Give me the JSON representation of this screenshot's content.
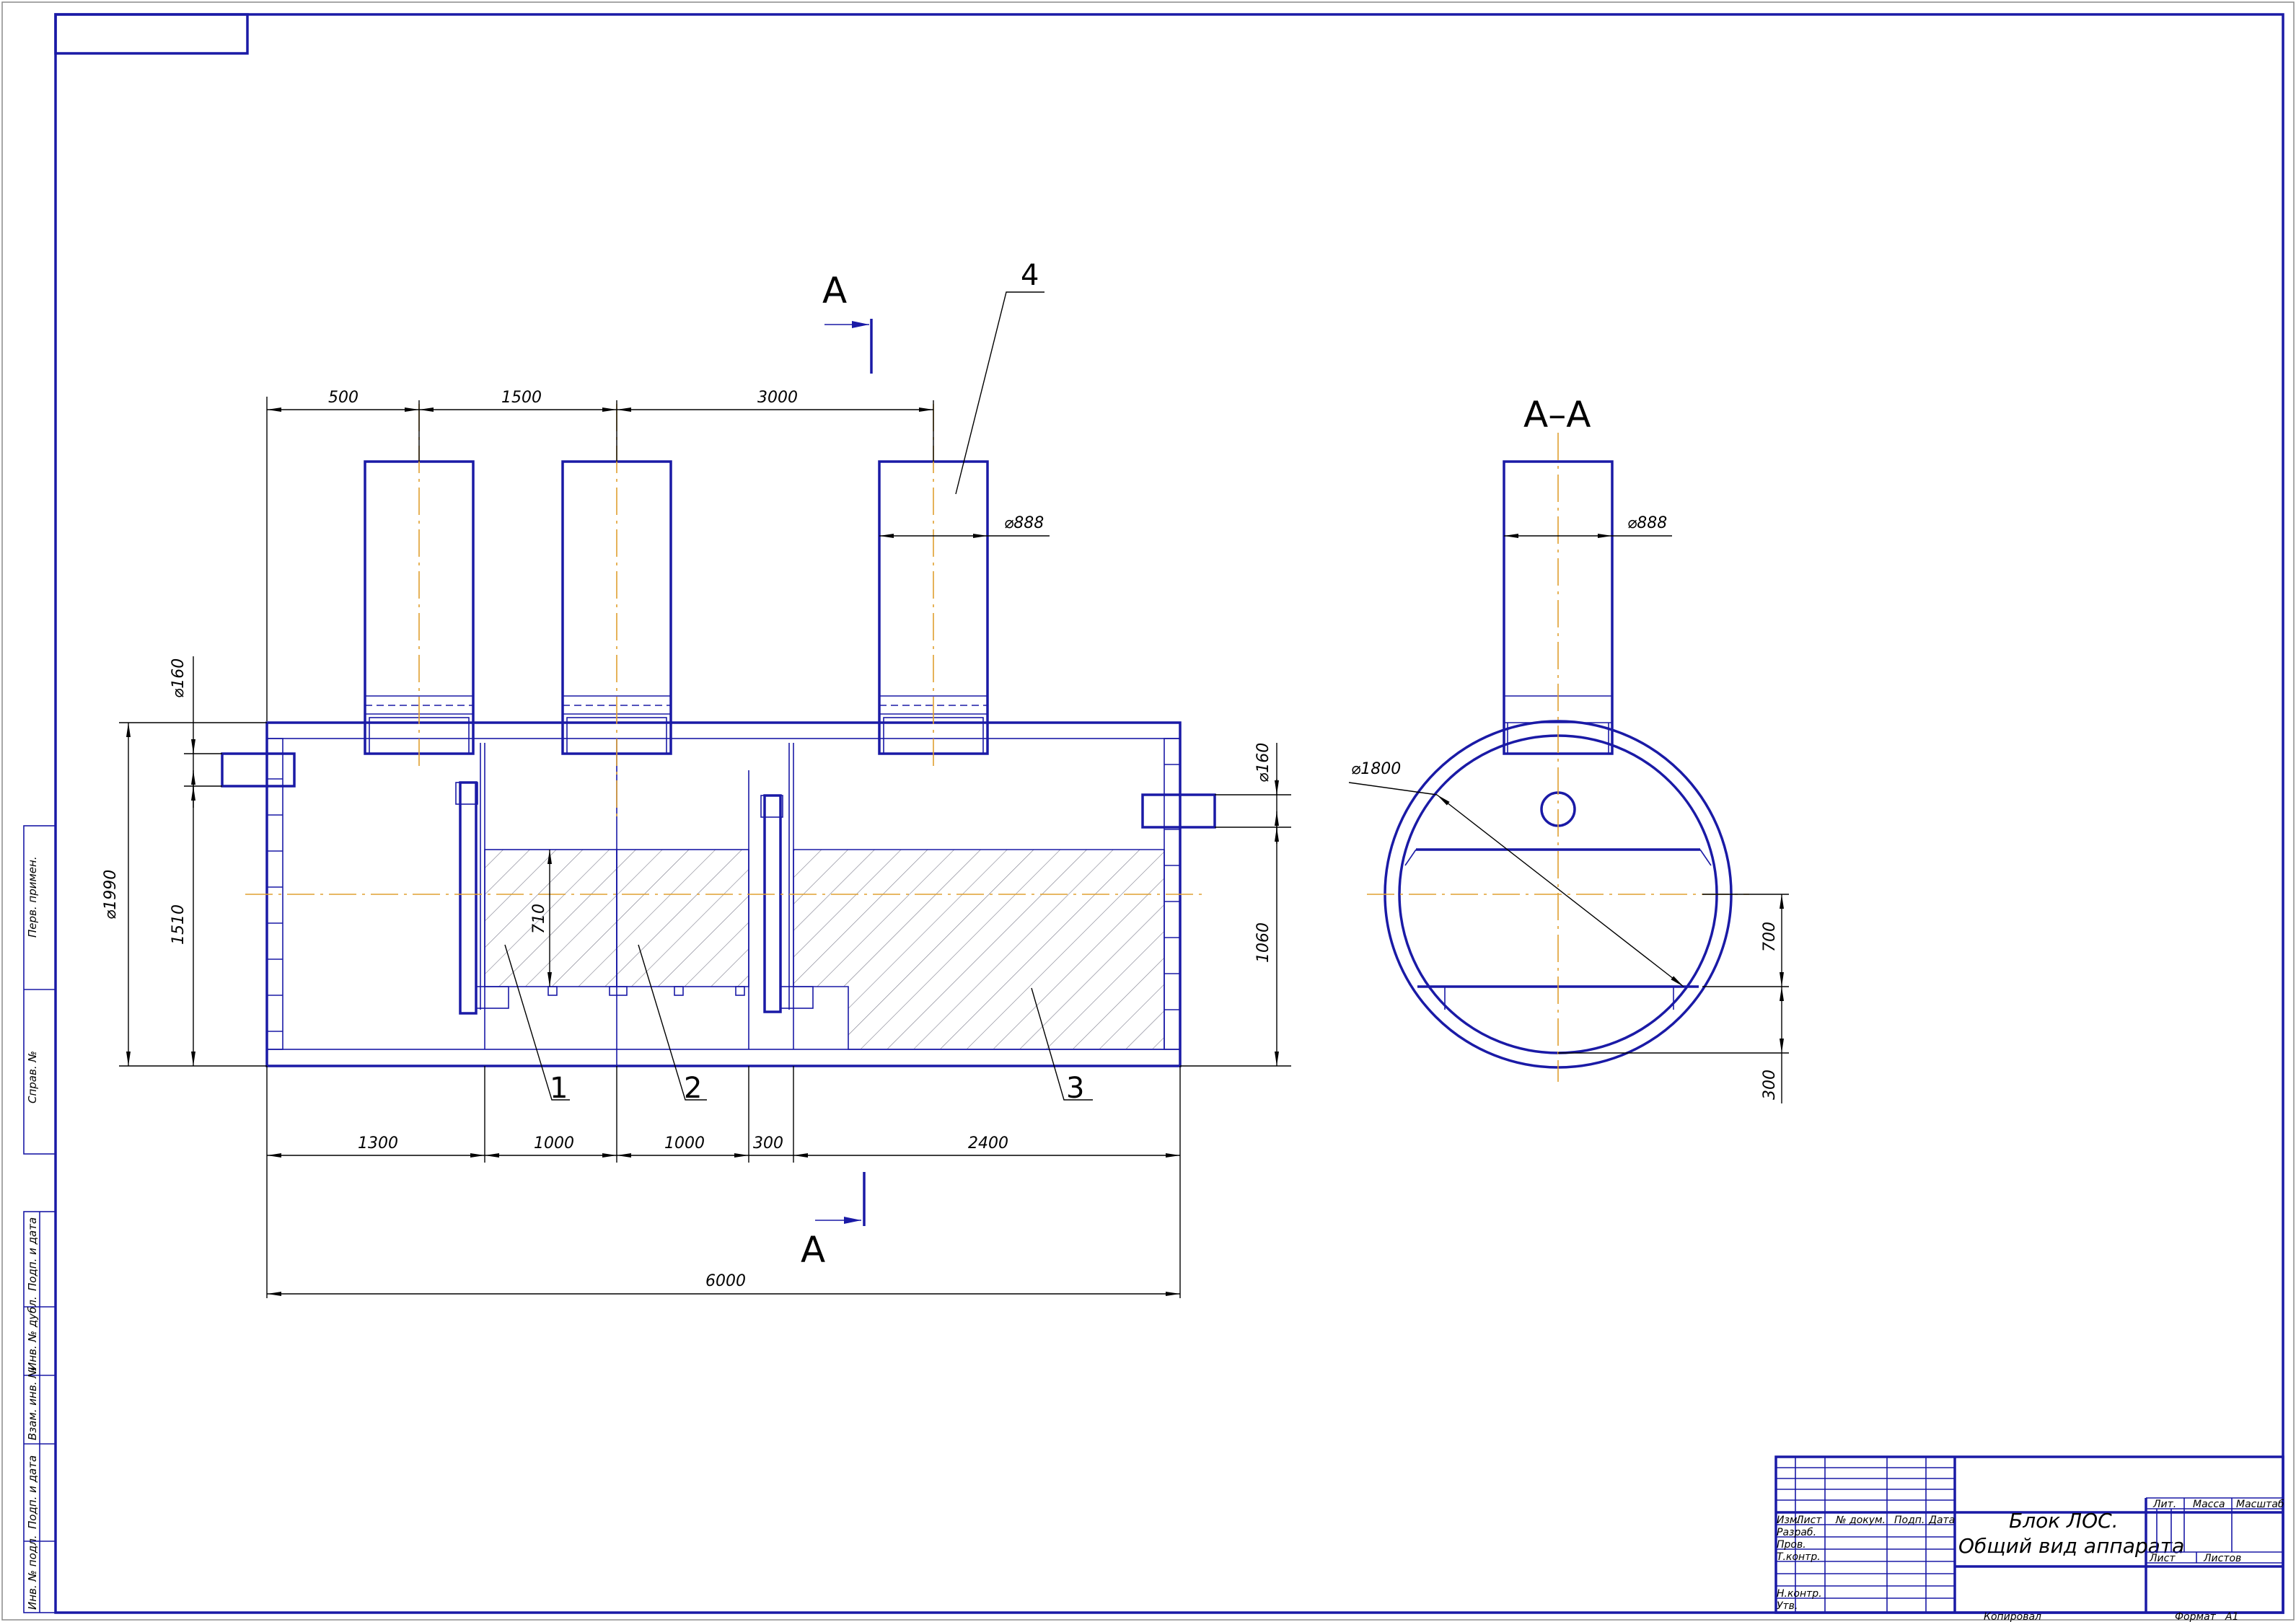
{
  "drawing": {
    "section_marks": {
      "top_letter": "A",
      "bottom_letter": "A",
      "section_title": "A–A"
    },
    "positions": [
      "1",
      "2",
      "3",
      "4"
    ],
    "dimensions": {
      "top_500": "500",
      "top_1500": "1500",
      "top_3000": "3000",
      "riser_dia_main": "⌀888",
      "riser_dia_section": "⌀888",
      "inlet_dia": "⌀160",
      "outlet_dia": "⌀160",
      "overall_dia": "⌀1990",
      "inlet_height": "1510",
      "fill_height": "710",
      "outlet_height": "1060",
      "bottom_1300": "1300",
      "bottom_1000a": "1000",
      "bottom_1000b": "1000",
      "bottom_300": "300",
      "bottom_2400": "2400",
      "overall_length": "6000",
      "section_dia": "⌀1800",
      "section_700": "700",
      "section_300": "300"
    }
  },
  "side_stamps": {
    "perv_primen": "Перв. примен.",
    "sprav_no": "Справ. №",
    "podp_data_1": "Подп. и дата",
    "inv_dubl": "Инв. № дубл.",
    "vzam_inv": "Взам. инв. №",
    "podp_data_2": "Подп. и дата",
    "inv_podl": "Инв. № подл."
  },
  "title_block": {
    "col_izm": "Изм.",
    "col_list": "Лист",
    "col_doc": "№ докум.",
    "col_podp": "Подп.",
    "col_data": "Дата",
    "row_razrab": "Разраб.",
    "row_prov": "Пров.",
    "row_tkontr": "Т.контр.",
    "row_nkontr": "Н.контр.",
    "row_utv": "Утв.",
    "title_line1": "Блок ЛОС.",
    "title_line2": "Общий вид аппарата",
    "lit": "Лит.",
    "massa": "Масса",
    "masshtab": "Масштаб",
    "list": "Лист",
    "listov": "Листов",
    "kopiroval": "Копировал",
    "format": "Формат",
    "format_value": "А1"
  }
}
